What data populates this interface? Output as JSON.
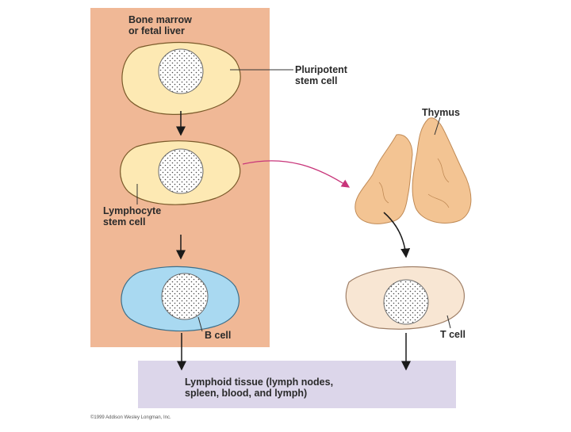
{
  "diagram": {
    "region_label": [
      "Bone marrow",
      "or fetal liver"
    ],
    "pluripotent_label": [
      "Pluripotent",
      "stem cell"
    ],
    "thymus_label": "Thymus",
    "lymphocyte_label": [
      "Lymphocyte",
      "stem cell"
    ],
    "b_cell_label": "B cell",
    "t_cell_label": "T cell",
    "lymphoid_label": [
      "Lymphoid tissue (lymph nodes,",
      "spleen, blood, and lymph)"
    ],
    "copyright": "©1999 Addison Wesley Longman, Inc."
  },
  "colors": {
    "marrow_bg": "#f0b896",
    "lymphoid_bg": "#dcd6ea",
    "stem_cell_fill": "#fde9b3",
    "b_cell_fill": "#a9d9f1",
    "t_cell_fill": "#f8e6d3",
    "thymus_fill": "#f3c493",
    "magenta_arrow": "#c8357a"
  }
}
